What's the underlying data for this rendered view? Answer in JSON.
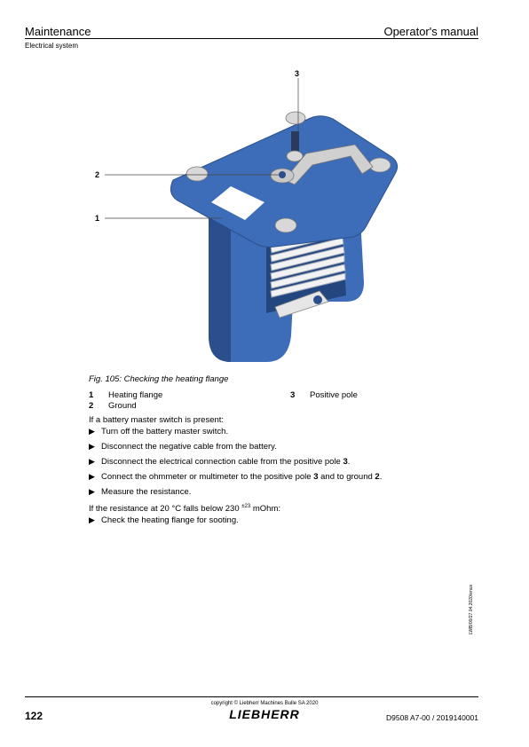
{
  "header": {
    "section": "Maintenance",
    "manual": "Operator's manual",
    "subsection": "Electrical system"
  },
  "figure": {
    "callouts": [
      "3",
      "2",
      "1"
    ],
    "caption": "Fig. 105: Checking the heating flange",
    "colors": {
      "housing": "#3d6db8",
      "housing_dark": "#2a4f8c",
      "fins": "#f2f2f2",
      "bolt": "#d8d8d8"
    }
  },
  "legend": [
    {
      "num": "1",
      "label": "Heating flange"
    },
    {
      "num": "2",
      "label": "Ground"
    },
    {
      "num": "3",
      "label": "Positive pole"
    }
  ],
  "instructions": {
    "condition1": "If a battery master switch is present:",
    "step1": "Turn off the battery master switch.",
    "step2": "Disconnect the negative cable from the battery.",
    "step3_pre": "Disconnect the electrical connection cable from the positive pole ",
    "step3_num": "3",
    "step4_pre": "Connect the ohmmeter or multimeter to the positive pole ",
    "step4_num1": "3",
    "step4_mid": " and to ground ",
    "step4_num2": "2",
    "step5": "Measure the resistance.",
    "condition2_pre": "If the resistance at 20 °C falls below 230 ",
    "condition2_sup": "±23",
    "condition2_post": " mOhm:",
    "step6": "Check the heating flange for sooting.",
    "arrow_glyph": "▶"
  },
  "side_note": "LWB/00/27.04.2020/enus",
  "footer": {
    "copyright": "copyright © Liebherr Machines Bulle SA 2020",
    "logo": "LIEBHERR",
    "page": "122",
    "doc": "D9508 A7-00 / 2019140001"
  }
}
